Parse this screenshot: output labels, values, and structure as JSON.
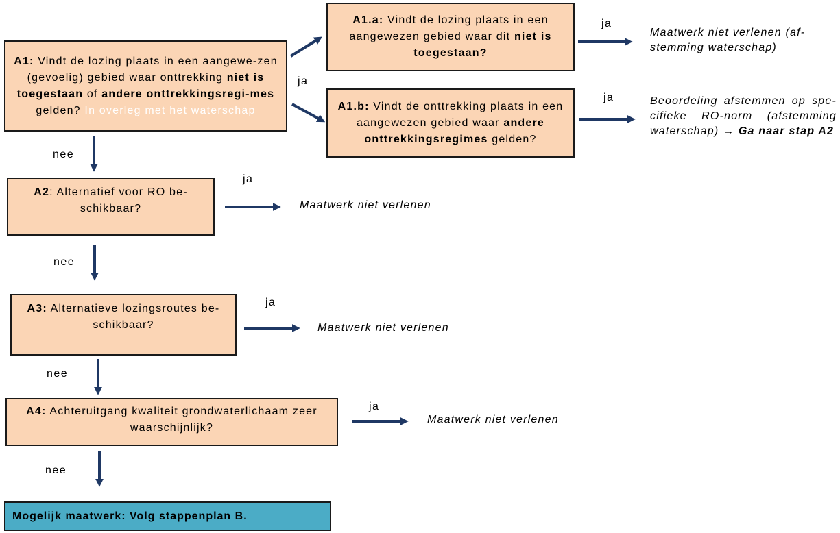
{
  "colors": {
    "box_fill": "#fbd5b5",
    "final_fill": "#4bacc6",
    "arrow": "#1f3864"
  },
  "labels": {
    "ja": "ja",
    "nee": "nee"
  },
  "a1": {
    "id": "A1:",
    "t1": " Vindt de lozing plaats in een aangewe-zen (gevoelig) gebied waar onttrekking ",
    "b1": "niet is toegestaan",
    "t2": " of ",
    "b2": "andere onttrekkingsregi-mes",
    "t3": " gelden? ",
    "faint": "In overleg met het waterschap"
  },
  "a1a": {
    "id": "A1.a:",
    "t1": " Vindt de lozing plaats in een aangewezen gebied waar dit ",
    "b1": "niet is toegestaan?",
    "outcome": "Maatwerk niet verlenen (af-stemming waterschap)"
  },
  "a1b": {
    "id": "A1.b:",
    "t1": " Vindt de onttrekking plaats in een aangewezen gebied waar ",
    "b1": "andere onttrekkingsregimes",
    "t2": " gelden?",
    "outcome": "Beoordeling afstemmen op spe-cifieke RO-norm (afstemming waterschap) ",
    "outcome_bold": "→ Ga naar stap A2"
  },
  "a2": {
    "id": "A2",
    "text": ": Alternatief voor RO be-schikbaar?",
    "outcome": "Maatwerk niet verlenen"
  },
  "a3": {
    "id": "A3:",
    "text": " Alternatieve lozingsroutes be-schikbaar?",
    "outcome": "Maatwerk niet verlenen"
  },
  "a4": {
    "id": "A4:",
    "text": " Achteruitgang kwaliteit grondwaterlichaam zeer waarschijnlijk?",
    "outcome": "Maatwerk niet verlenen"
  },
  "final": {
    "text": "Mogelijk maatwerk: Volg stappenplan B."
  }
}
